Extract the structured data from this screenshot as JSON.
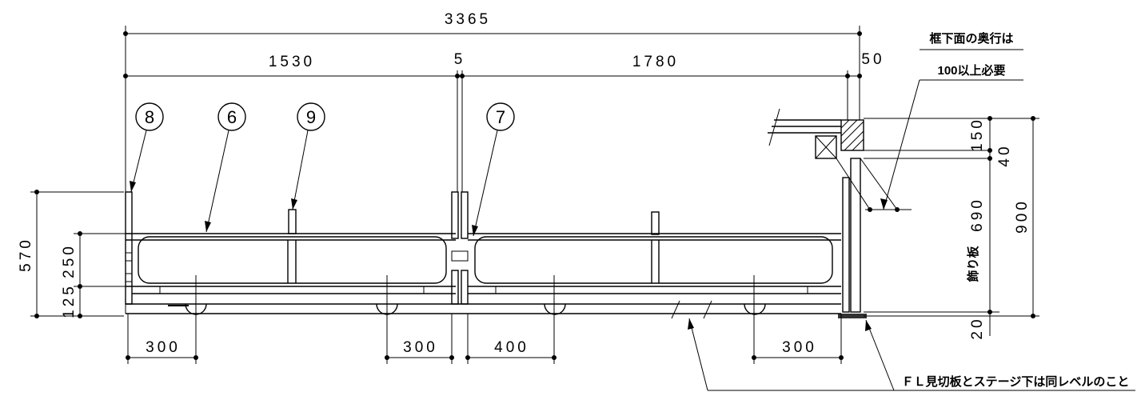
{
  "dimensions": {
    "overall": "3365",
    "left_span": "1530",
    "gap": "5",
    "right_span": "1780",
    "end": "50",
    "height_total": "570",
    "bottom_125": "125",
    "mid_250": "250",
    "right_150": "150",
    "right_40": "40",
    "right_690": "690",
    "right_900": "900",
    "right_20": "20",
    "bottom_300a": "300",
    "bottom_300b": "300",
    "bottom_400": "400",
    "bottom_300c": "300"
  },
  "callouts": [
    "8",
    "6",
    "9",
    "7"
  ],
  "notes": {
    "frame_depth_line1": "框下面の奥行は",
    "frame_depth_line2": "100以上必要",
    "decorative_board": "飾り板",
    "floor_note": "ＦＬ見切板とステージ下は同レベルのこと"
  }
}
